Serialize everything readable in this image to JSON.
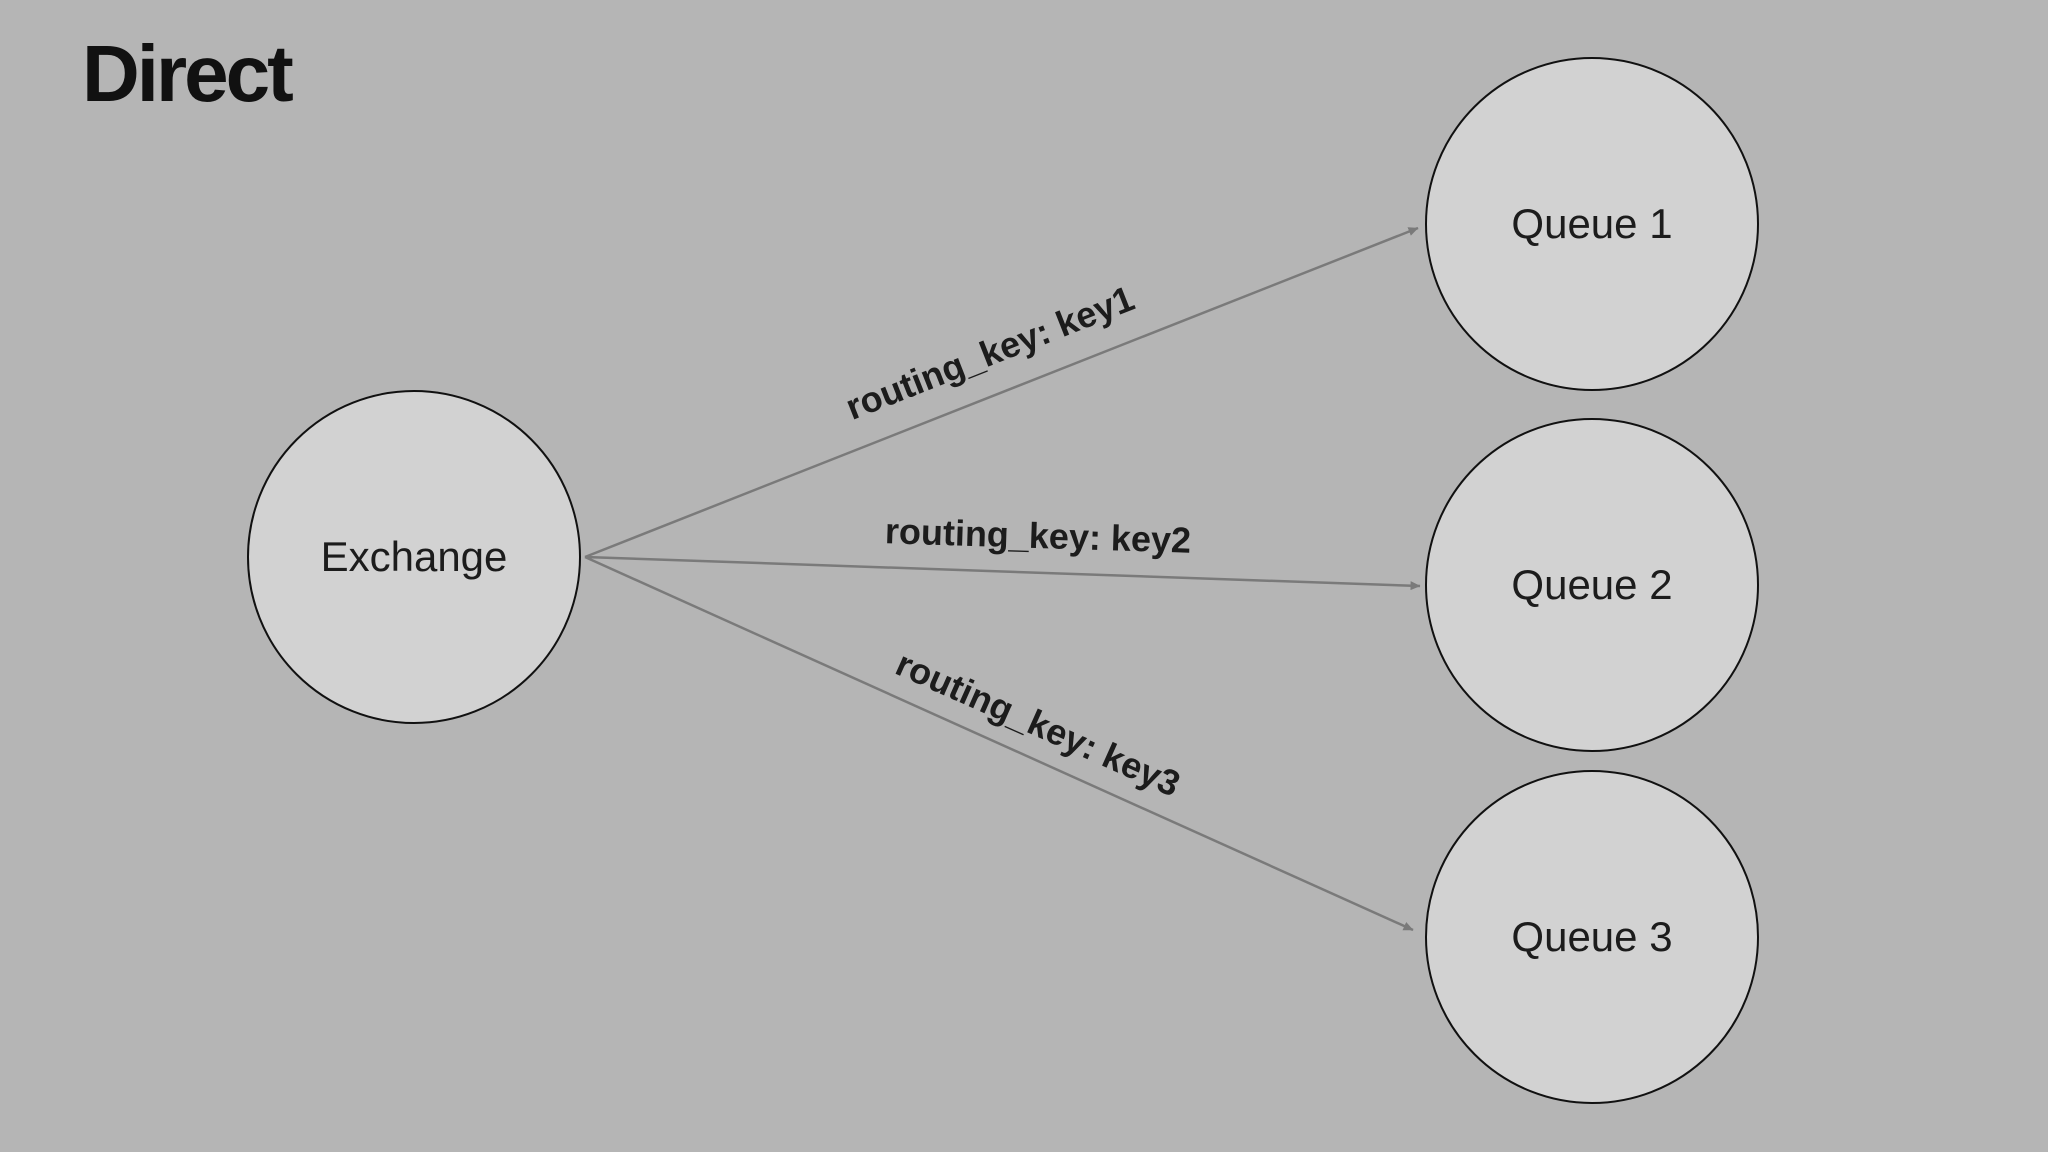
{
  "title": "Direct",
  "diagram": {
    "exchange": {
      "label": "Exchange"
    },
    "queues": [
      {
        "label": "Queue 1"
      },
      {
        "label": "Queue 2"
      },
      {
        "label": "Queue 3"
      }
    ],
    "edges": [
      {
        "label": "routing_key: key1",
        "from": "Exchange",
        "to": "Queue 1"
      },
      {
        "label": "routing_key: key2",
        "from": "Exchange",
        "to": "Queue 2"
      },
      {
        "label": "routing_key: key3",
        "from": "Exchange",
        "to": "Queue 3"
      }
    ]
  },
  "colors": {
    "background": "#b5b5b5",
    "node_fill": "#d2d2d2",
    "node_border": "#111111",
    "arrow": "#7a7a7a",
    "text": "#1c1c1c"
  }
}
